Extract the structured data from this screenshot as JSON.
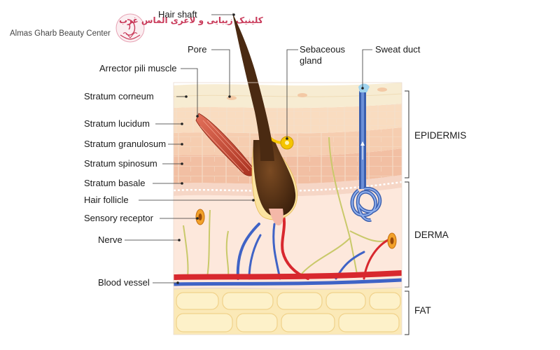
{
  "brand": {
    "name_ar": "کلینیک زیبایی و لاغری الماس غرب",
    "name_en": "Almas Gharb Beauty Center",
    "logo_icon": "lotus-face-icon",
    "color": "#c93a5a"
  },
  "labels": {
    "hair_shaft": "Hair shaft",
    "pore": "Pore",
    "sebaceous_gland_line1": "Sebaceous",
    "sebaceous_gland_line2": "gland",
    "sweat_duct": "Sweat duct",
    "arrector_pili_muscle": "Arrector pili muscle",
    "stratum_corneum": "Stratum corneum",
    "stratum_lucidum": "Stratum lucidum",
    "stratum_granulosum": "Stratum granulosum",
    "stratum_spinosum": "Stratum spinosum",
    "stratum_basale": "Stratum basale",
    "hair_follicle": "Hair follicle",
    "sensory_receptor": "Sensory receptor",
    "nerve": "Nerve",
    "blood_vessel": "Blood vessel"
  },
  "sections": {
    "epidermis": "EPIDERMIS",
    "derma": "DERMA",
    "fat": "FAT"
  },
  "colors": {
    "corneum": "#f7ecd2",
    "lucidum": "#f9dcc0",
    "granulosum": "#f6cdb0",
    "spinosum": "#f2bfa3",
    "dermis": "#fde8dc",
    "fat": "#fbe9b7",
    "hair": "#4a2a12",
    "muscle": "#c0432c",
    "artery": "#d8282e",
    "vein": "#3f63c6",
    "nerve": "#c9c96a",
    "sweat": "#3b5fae"
  }
}
